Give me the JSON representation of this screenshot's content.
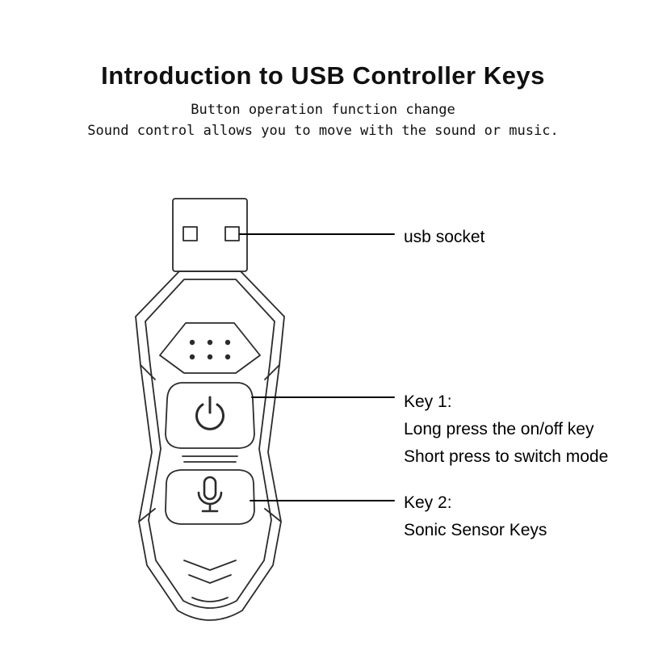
{
  "header": {
    "title": "Introduction to USB Controller Keys",
    "subtitle1": "Button operation function change",
    "subtitle2": "Sound control allows you to move with the sound or music."
  },
  "labels": {
    "usb_socket": "usb socket",
    "key1_title": "Key 1:",
    "key1_line1": "Long press the on/off key",
    "key1_line2": "Short press to switch mode",
    "key2_title": "Key 2:",
    "key2_line1": "Sonic Sensor Keys"
  },
  "colors": {
    "outline": "#2b2b2b",
    "leader_line": "#000000",
    "background": "#ffffff",
    "text": "#000000"
  }
}
